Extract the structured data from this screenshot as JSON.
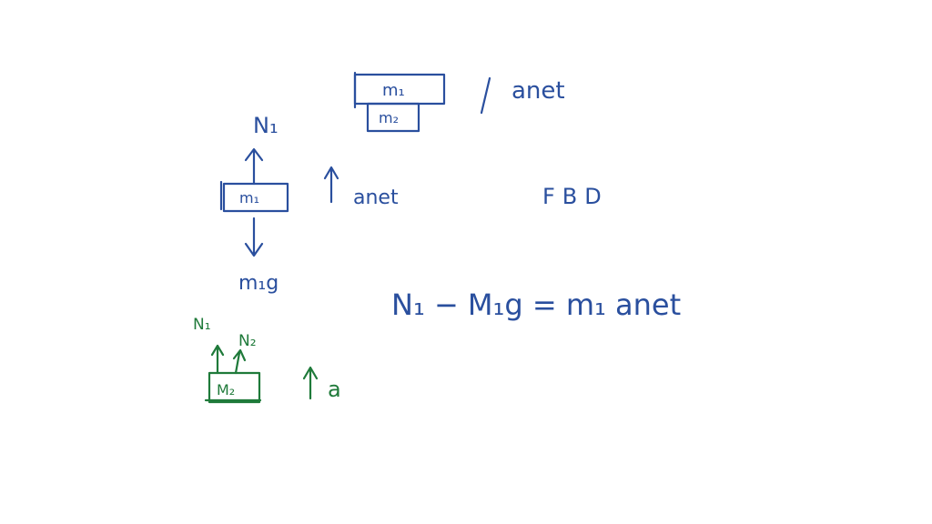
{
  "colors": {
    "ink_blue": "#2a4f9e",
    "ink_green": "#1f7a3a",
    "background": "#ffffff"
  },
  "stack": {
    "top_block_label": "m₁",
    "bottom_block_label": "m₂",
    "acceleration_label": "anet"
  },
  "fbd_m1": {
    "normal_force_label": "N₁",
    "block_label": "m₁",
    "weight_label": "m₁g",
    "acceleration_label": "anet"
  },
  "fbd_title": "FBD",
  "equation": "N₁ − M₁g = m₁ anet",
  "fbd_m2": {
    "force1_label": "N₁",
    "force2_label": "N₂",
    "block_label": "M₂",
    "acceleration_label": "a"
  }
}
